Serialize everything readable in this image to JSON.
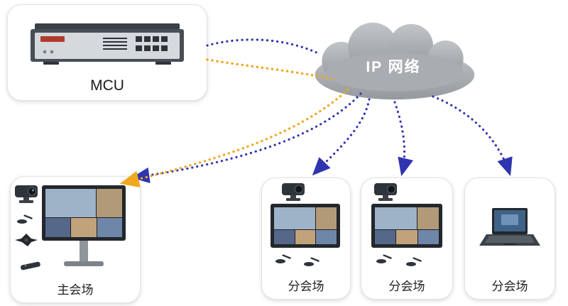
{
  "diagram": {
    "title": "MCU video conference network topology",
    "mcu": {
      "label": "MCU"
    },
    "cloud": {
      "label": "IP 网络"
    },
    "venues": [
      {
        "label": "主会场",
        "type": "main-venue"
      },
      {
        "label": "分会场",
        "type": "branch-venue"
      },
      {
        "label": "分会场",
        "type": "branch-venue"
      },
      {
        "label": "分会场",
        "type": "branch-venue-laptop"
      }
    ],
    "colors": {
      "link_orange": "#F0A81E",
      "link_blue": "#2F35AE",
      "cloud_fill": "#A9ADB1"
    }
  }
}
